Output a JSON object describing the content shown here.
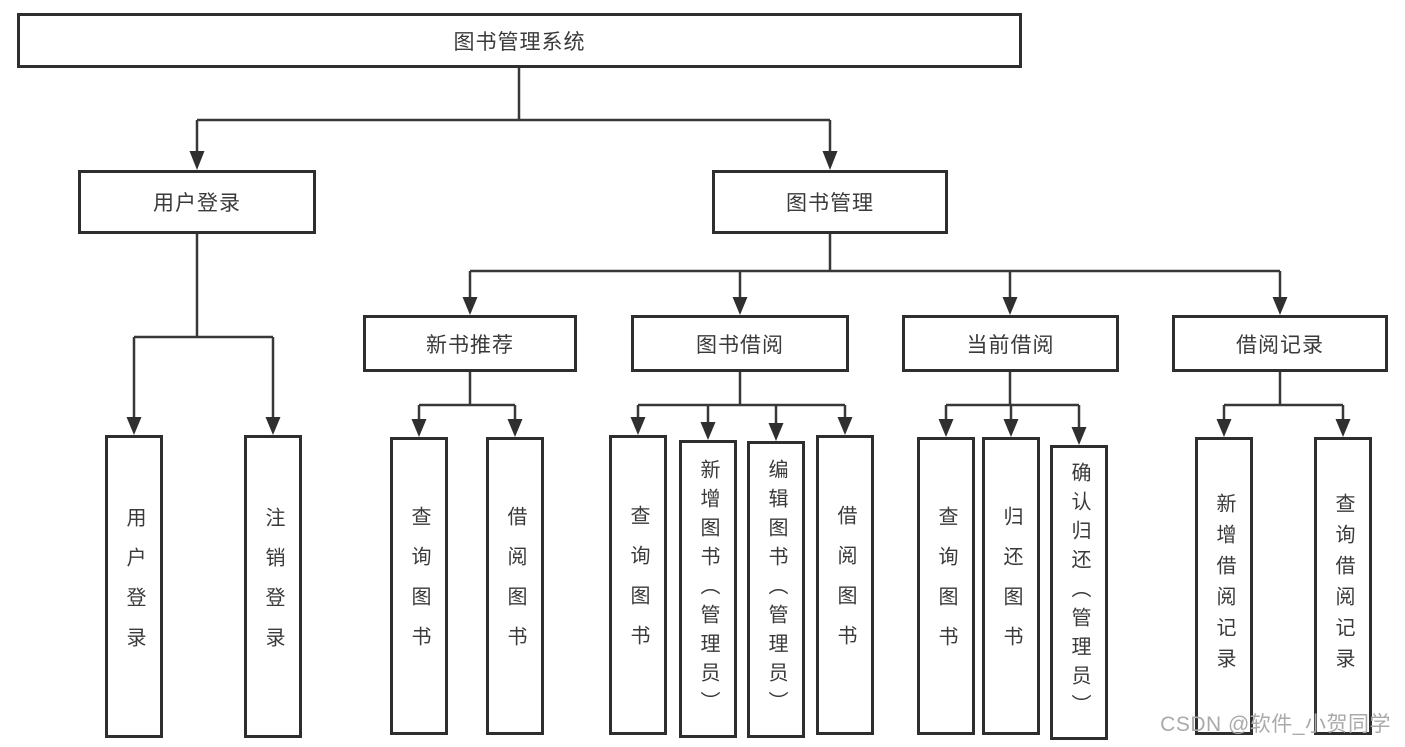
{
  "watermark": "CSDN @软件_小贺同学",
  "colors": {
    "line": "#383838",
    "box_border": "#2e2e2e",
    "text": "#3a3a3a",
    "watermark": "#aaaaaa",
    "background": "#ffffff"
  },
  "tree": {
    "root": {
      "label": "图书管理系统"
    },
    "branches": [
      {
        "label": "用户登录",
        "children": [
          {
            "label": "用户登录"
          },
          {
            "label": "注销登录"
          }
        ]
      },
      {
        "label": "图书管理",
        "children": [
          {
            "label": "新书推荐",
            "children": [
              {
                "label": "查询图书"
              },
              {
                "label": "借阅图书"
              }
            ]
          },
          {
            "label": "图书借阅",
            "children": [
              {
                "label": "查询图书"
              },
              {
                "label": "新增图书（管理员）"
              },
              {
                "label": "编辑图书（管理员）"
              },
              {
                "label": "借阅图书"
              }
            ]
          },
          {
            "label": "当前借阅",
            "children": [
              {
                "label": "查询图书"
              },
              {
                "label": "归还图书"
              },
              {
                "label": "确认归还（管理员）"
              }
            ]
          },
          {
            "label": "借阅记录",
            "children": [
              {
                "label": "新增借阅记录"
              },
              {
                "label": "查询借阅记录"
              }
            ]
          }
        ]
      }
    ]
  }
}
